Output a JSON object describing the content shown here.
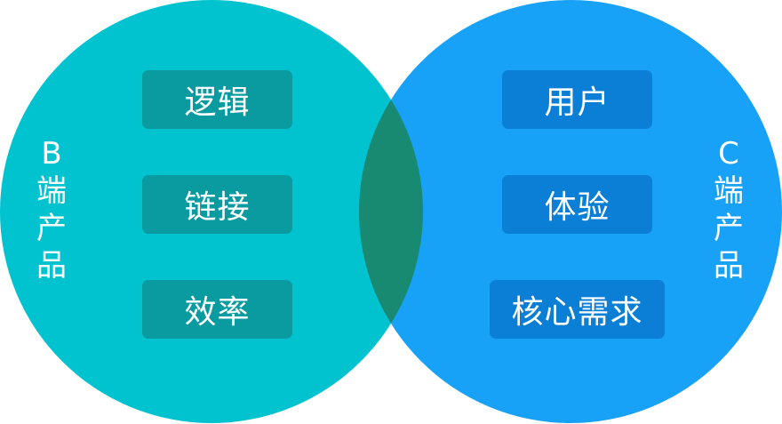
{
  "colors": {
    "b_circle": "#00c3cf",
    "c_circle": "#18a2f7",
    "overlap": "#198a72",
    "b_tag": "#0a9ba1",
    "c_tag": "#0b7fd6",
    "text": "#ffffff"
  },
  "b_side": {
    "label_chars": [
      "B",
      "端",
      "产",
      "品"
    ],
    "items": [
      "逻辑",
      "链接",
      "效率"
    ]
  },
  "c_side": {
    "label_chars": [
      "C",
      "端",
      "产",
      "品"
    ],
    "items": [
      "用户",
      "体验",
      "核心需求"
    ]
  }
}
